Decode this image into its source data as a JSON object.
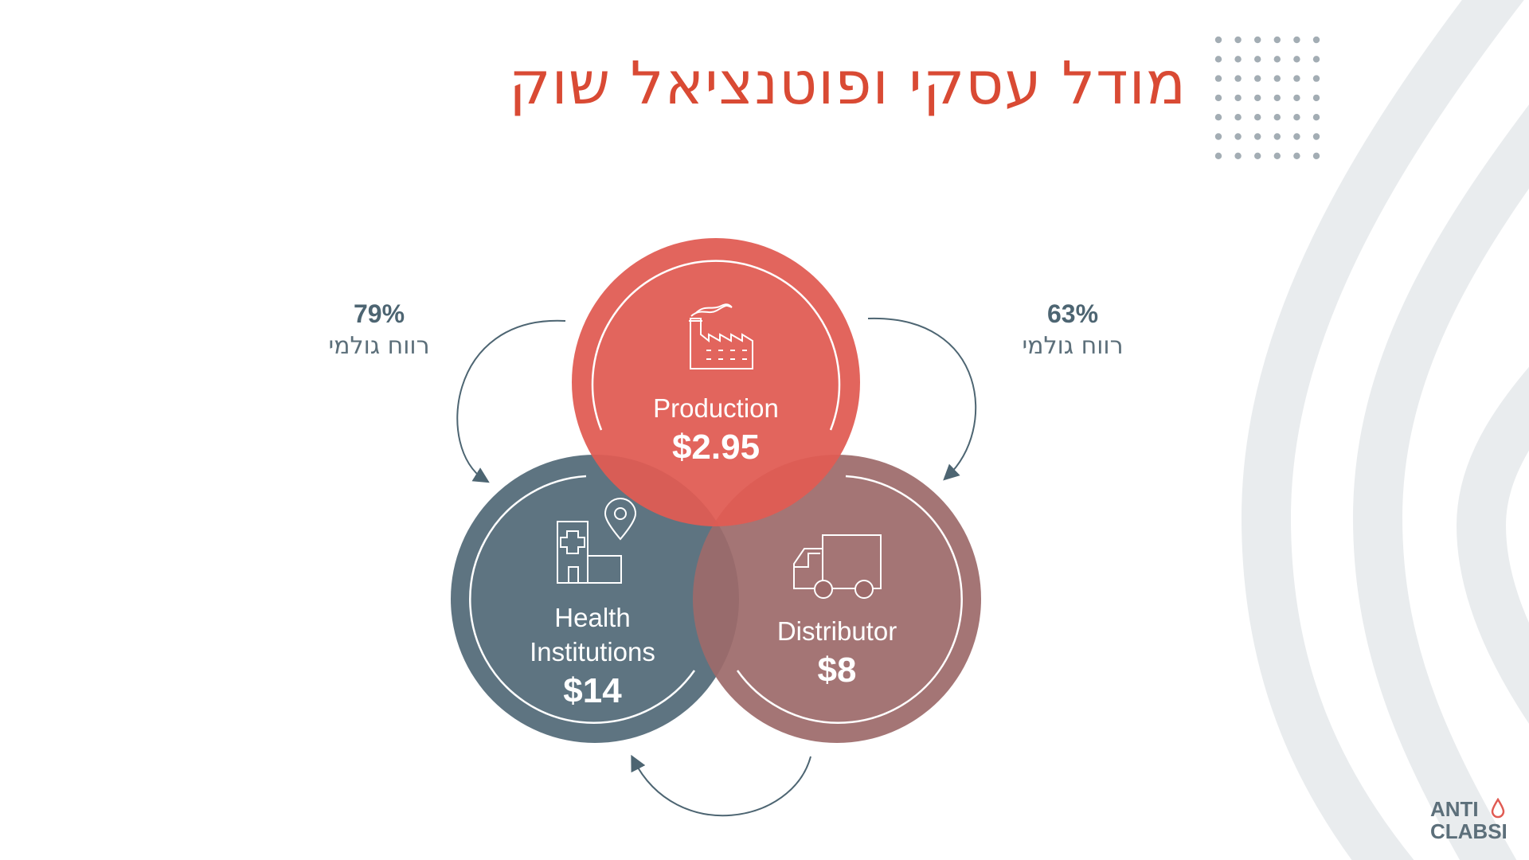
{
  "title": "מודל עסקי ופוטנציאל שוק",
  "colors": {
    "title": "#d94a34",
    "production": "#e05b53",
    "distributor": "#9d6a6a",
    "health": "#5e7481",
    "arrows": "#4d6572",
    "arcs": "#e9ecee",
    "dots": "#a3adb4"
  },
  "nodes": {
    "production": {
      "name": "Production",
      "price": "$2.95",
      "icon": "factory-icon"
    },
    "distributor": {
      "name": "Distributor",
      "price": "$8",
      "icon": "truck-icon"
    },
    "health": {
      "name_line1": "Health",
      "name_line2": "Institutions",
      "price": "$14",
      "icon": "hospital-location-icon"
    }
  },
  "margins": {
    "left": {
      "percent": "79%",
      "label": "רווח גולמי"
    },
    "right": {
      "percent": "63%",
      "label": "רווח גולמי"
    }
  },
  "logo": {
    "line1": "ANTI",
    "line2": "CLABSI",
    "icon": "blood-drop-icon"
  }
}
